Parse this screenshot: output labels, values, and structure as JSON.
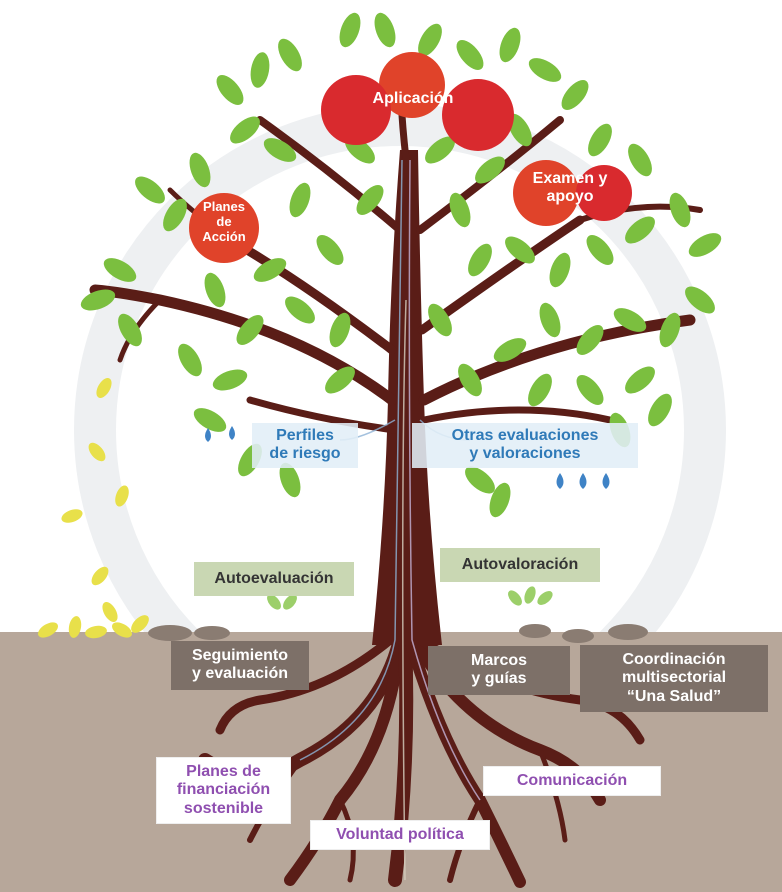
{
  "apples": {
    "aplicacion": "Aplicación",
    "examen": [
      "Examen y",
      "apoyo"
    ],
    "planes_accion": [
      "Planes",
      "de",
      "Acción"
    ]
  },
  "assessments": {
    "perfiles": [
      "Perfiles",
      "de riesgo"
    ],
    "otras": [
      "Otras evaluaciones",
      "y valoraciones"
    ]
  },
  "self": {
    "autoevaluacion": "Autoevaluación",
    "autovaloracion": "Autovaloración"
  },
  "ground": {
    "seguimiento": [
      "Seguimiento",
      "y evaluación"
    ],
    "marcos": [
      "Marcos",
      "y guías"
    ],
    "coordinacion": [
      "Coordinación",
      "multisectorial",
      "“Una Salud”"
    ]
  },
  "roots": {
    "financiacion": [
      "Planes de",
      "financiación",
      "sostenible"
    ],
    "comunicacion": "Comunicación",
    "voluntad": "Voluntad política"
  },
  "colors": {
    "leaf": "#7bbf3f",
    "apple": "#d9262a",
    "trunk": "#5a1d17",
    "ground": "#b7a79a"
  }
}
